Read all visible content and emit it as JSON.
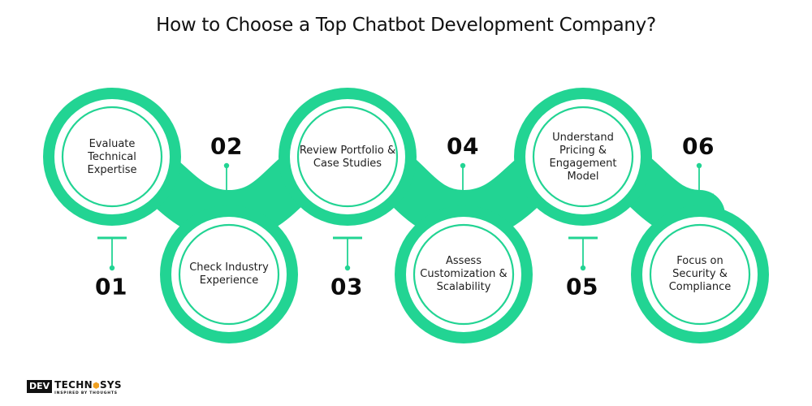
{
  "title": "How to Choose a Top Chatbot Development Company?",
  "colors": {
    "accent": "#22d493",
    "text": "#1e1e1e",
    "background": "#ffffff"
  },
  "steps": [
    {
      "number": "01",
      "label": "Evaluate Technical Expertise",
      "lines": [
        "Evaluate",
        "Technical",
        "Expertise"
      ],
      "position": "top"
    },
    {
      "number": "02",
      "label": "Check Industry Experience",
      "lines": [
        "Check Industry",
        "Experience"
      ],
      "position": "bottom"
    },
    {
      "number": "03",
      "label": "Review Portfolio & Case Studies",
      "lines": [
        "Review Portfolio &",
        "Case Studies"
      ],
      "position": "top"
    },
    {
      "number": "04",
      "label": "Assess Customization & Scalability",
      "lines": [
        "Assess",
        "Customization &",
        "Scalability"
      ],
      "position": "bottom"
    },
    {
      "number": "05",
      "label": "Understand Pricing & Engagement Model",
      "lines": [
        "Understand",
        "Pricing &",
        "Engagement",
        "Model"
      ],
      "position": "top"
    },
    {
      "number": "06",
      "label": "Focus on Security & Compliance",
      "lines": [
        "Focus on",
        "Security &",
        "Compliance"
      ],
      "position": "bottom"
    }
  ],
  "logo": {
    "badge": "DEV",
    "name_part1": "TECHN",
    "name_icon": "hexagon-code-icon",
    "name_part2": "SYS",
    "tagline": "INSPIRED BY THOUGHTS"
  }
}
